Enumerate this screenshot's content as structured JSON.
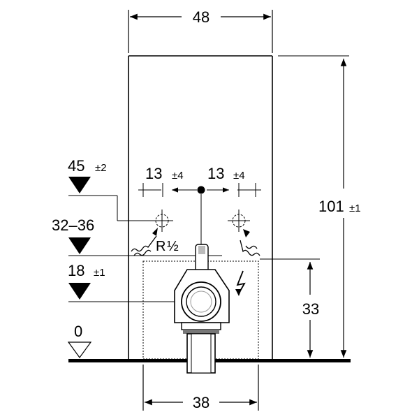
{
  "dimensions": {
    "top_width": "48",
    "bottom_width": "38",
    "total_height": "101",
    "total_height_tol": "±1",
    "right_height": "33",
    "left_offset": "13",
    "left_offset_tol": "±4",
    "right_offset": "13",
    "right_offset_tol": "±4"
  },
  "levels": {
    "level_45": "45",
    "level_45_tol": "±2",
    "level_32_36": "32–36",
    "level_18": "18",
    "level_18_tol": "±1",
    "level_0": "0"
  },
  "labels": {
    "pipe_size_r": "R",
    "pipe_size_frac": "½"
  }
}
